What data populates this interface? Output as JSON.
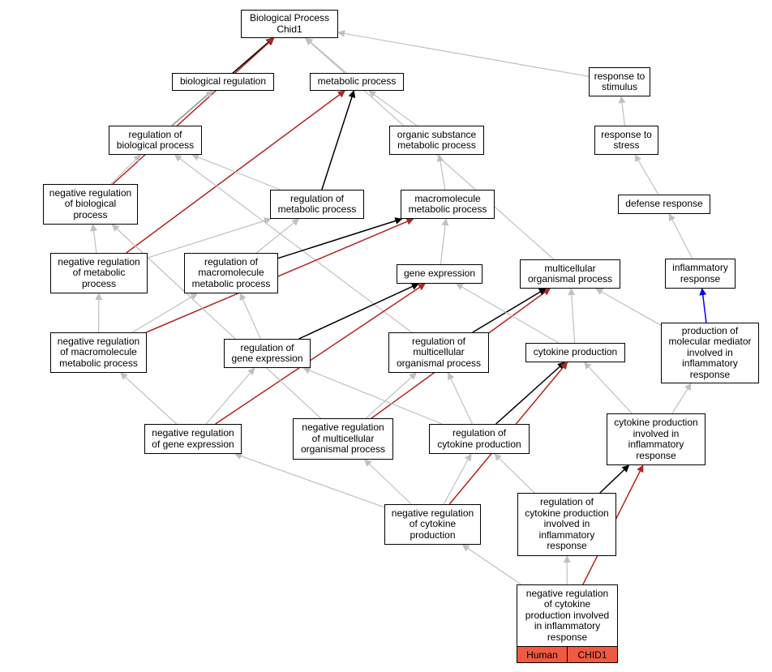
{
  "colors": {
    "gray": "#c0c0c0",
    "black": "#000000",
    "red": "#b22222",
    "blue": "#0000ff",
    "highlight": "#f05a41"
  },
  "nodes": {
    "bp": "Biological Process\nChid1",
    "biological_regulation": "biological regulation",
    "metabolic_process": "metabolic process",
    "response_to_stimulus": "response to\nstimulus",
    "regulation_of_biological_process": "regulation of\nbiological process",
    "organic_substance_metabolic_process": "organic substance\nmetabolic process",
    "response_to_stress": "response to\nstress",
    "negative_regulation_of_biological_process": "negative regulation\nof biological\nprocess",
    "regulation_of_metabolic_process": "regulation of\nmetabolic process",
    "macromolecule_metabolic_process": "macromolecule\nmetabolic process",
    "defense_response": "defense response",
    "negative_regulation_of_metabolic_process": "negative regulation\nof metabolic\nprocess",
    "regulation_of_macromolecule_metabolic_process": "regulation of\nmacromolecule\nmetabolic process",
    "gene_expression": "gene expression",
    "multicellular_organismal_process": "multicellular\norganismal process",
    "inflammatory_response": "inflammatory\nresponse",
    "negative_regulation_of_macromolecule_metabolic_process": "negative regulation\nof macromolecule\nmetabolic process",
    "regulation_of_gene_expression": "regulation of\ngene expression",
    "regulation_of_multicellular_organismal_process": "regulation of\nmulticellular\norganismal process",
    "cytokine_production": "cytokine production",
    "production_of_molecular_mediator": "production of\nmolecular mediator\ninvolved in\ninflammatory\nresponse",
    "negative_regulation_of_gene_expression": "negative regulation\nof gene expression",
    "negative_regulation_of_multicellular_organismal_process": "negative regulation\nof multicellular\norganismal process",
    "regulation_of_cytokine_production": "regulation of\ncytokine production",
    "cytokine_production_involved_in_inflammatory_response": "cytokine production\ninvolved in\ninflammatory\nresponse",
    "negative_regulation_of_cytokine_production": "negative regulation\nof cytokine\nproduction",
    "regulation_of_cytokine_production_involved_in_inflammatory_response": "regulation of\ncytokine production\ninvolved in\ninflammatory\nresponse",
    "negative_regulation_of_cytokine_production_involved_in_inflammatory_response": "negative regulation\nof cytokine\nproduction involved\nin inflammatory\nresponse"
  },
  "legend": {
    "species": "Human",
    "gene": "CHID1"
  },
  "edges": [
    {
      "from": "biological_regulation",
      "to": "bp",
      "color": "gray"
    },
    {
      "from": "metabolic_process",
      "to": "bp",
      "color": "gray"
    },
    {
      "from": "response_to_stimulus",
      "to": "bp",
      "color": "gray"
    },
    {
      "from": "multicellular_organismal_process",
      "to": "bp",
      "color": "gray"
    },
    {
      "from": "regulation_of_biological_process",
      "to": "bp",
      "color": "black"
    },
    {
      "from": "negative_regulation_of_biological_process",
      "to": "bp",
      "color": "red"
    },
    {
      "from": "regulation_of_biological_process",
      "to": "biological_regulation",
      "color": "gray"
    },
    {
      "from": "organic_substance_metabolic_process",
      "to": "metabolic_process",
      "color": "gray"
    },
    {
      "from": "regulation_of_metabolic_process",
      "to": "metabolic_process",
      "color": "black"
    },
    {
      "from": "negative_regulation_of_metabolic_process",
      "to": "metabolic_process",
      "color": "red"
    },
    {
      "from": "response_to_stress",
      "to": "response_to_stimulus",
      "color": "gray"
    },
    {
      "from": "defense_response",
      "to": "response_to_stress",
      "color": "gray"
    },
    {
      "from": "inflammatory_response",
      "to": "defense_response",
      "color": "gray"
    },
    {
      "from": "negative_regulation_of_biological_process",
      "to": "regulation_of_biological_process",
      "color": "gray"
    },
    {
      "from": "regulation_of_metabolic_process",
      "to": "regulation_of_biological_process",
      "color": "gray"
    },
    {
      "from": "regulation_of_multicellular_organismal_process",
      "to": "regulation_of_biological_process",
      "color": "gray"
    },
    {
      "from": "macromolecule_metabolic_process",
      "to": "organic_substance_metabolic_process",
      "color": "gray"
    },
    {
      "from": "gene_expression",
      "to": "macromolecule_metabolic_process",
      "color": "gray"
    },
    {
      "from": "regulation_of_macromolecule_metabolic_process",
      "to": "macromolecule_metabolic_process",
      "color": "black"
    },
    {
      "from": "negative_regulation_of_macromolecule_metabolic_process",
      "to": "macromolecule_metabolic_process",
      "color": "red"
    },
    {
      "from": "negative_regulation_of_metabolic_process",
      "to": "negative_regulation_of_biological_process",
      "color": "gray"
    },
    {
      "from": "negative_regulation_of_metabolic_process",
      "to": "regulation_of_metabolic_process",
      "color": "gray"
    },
    {
      "from": "regulation_of_macromolecule_metabolic_process",
      "to": "regulation_of_metabolic_process",
      "color": "gray"
    },
    {
      "from": "negative_regulation_of_macromolecule_metabolic_process",
      "to": "negative_regulation_of_metabolic_process",
      "color": "gray"
    },
    {
      "from": "negative_regulation_of_macromolecule_metabolic_process",
      "to": "regulation_of_macromolecule_metabolic_process",
      "color": "gray"
    },
    {
      "from": "regulation_of_gene_expression",
      "to": "regulation_of_macromolecule_metabolic_process",
      "color": "gray"
    },
    {
      "from": "regulation_of_gene_expression",
      "to": "gene_expression",
      "color": "black"
    },
    {
      "from": "negative_regulation_of_gene_expression",
      "to": "gene_expression",
      "color": "red"
    },
    {
      "from": "negative_regulation_of_gene_expression",
      "to": "negative_regulation_of_macromolecule_metabolic_process",
      "color": "gray"
    },
    {
      "from": "negative_regulation_of_gene_expression",
      "to": "regulation_of_gene_expression",
      "color": "gray"
    },
    {
      "from": "negative_regulation_of_multicellular_organismal_process",
      "to": "negative_regulation_of_biological_process",
      "color": "gray"
    },
    {
      "from": "negative_regulation_of_multicellular_organismal_process",
      "to": "regulation_of_multicellular_organismal_process",
      "color": "gray"
    },
    {
      "from": "negative_regulation_of_multicellular_organismal_process",
      "to": "multicellular_organismal_process",
      "color": "red"
    },
    {
      "from": "regulation_of_multicellular_organismal_process",
      "to": "multicellular_organismal_process",
      "color": "black"
    },
    {
      "from": "cytokine_production",
      "to": "multicellular_organismal_process",
      "color": "gray"
    },
    {
      "from": "cytokine_production",
      "to": "gene_expression",
      "color": "gray"
    },
    {
      "from": "production_of_molecular_mediator",
      "to": "multicellular_organismal_process",
      "color": "gray"
    },
    {
      "from": "production_of_molecular_mediator",
      "to": "inflammatory_response",
      "color": "blue"
    },
    {
      "from": "regulation_of_cytokine_production",
      "to": "regulation_of_multicellular_organismal_process",
      "color": "gray"
    },
    {
      "from": "regulation_of_cytokine_production",
      "to": "regulation_of_gene_expression",
      "color": "gray"
    },
    {
      "from": "regulation_of_cytokine_production",
      "to": "cytokine_production",
      "color": "black"
    },
    {
      "from": "cytokine_production_involved_in_inflammatory_response",
      "to": "cytokine_production",
      "color": "gray"
    },
    {
      "from": "cytokine_production_involved_in_inflammatory_response",
      "to": "production_of_molecular_mediator",
      "color": "gray"
    },
    {
      "from": "negative_regulation_of_cytokine_production",
      "to": "negative_regulation_of_gene_expression",
      "color": "gray"
    },
    {
      "from": "negative_regulation_of_cytokine_production",
      "to": "negative_regulation_of_multicellular_organismal_process",
      "color": "gray"
    },
    {
      "from": "negative_regulation_of_cytokine_production",
      "to": "regulation_of_cytokine_production",
      "color": "gray"
    },
    {
      "from": "negative_regulation_of_cytokine_production",
      "to": "cytokine_production",
      "color": "red"
    },
    {
      "from": "regulation_of_cytokine_production_involved_in_inflammatory_response",
      "to": "regulation_of_cytokine_production",
      "color": "gray"
    },
    {
      "from": "regulation_of_cytokine_production_involved_in_inflammatory_response",
      "to": "cytokine_production_involved_in_inflammatory_response",
      "color": "black"
    },
    {
      "from": "negative_regulation_of_cytokine_production_involved_in_inflammatory_response",
      "to": "regulation_of_cytokine_production_involved_in_inflammatory_response",
      "color": "gray"
    },
    {
      "from": "negative_regulation_of_cytokine_production_involved_in_inflammatory_response",
      "to": "negative_regulation_of_cytokine_production",
      "color": "gray"
    },
    {
      "from": "negative_regulation_of_cytokine_production_involved_in_inflammatory_response",
      "to": "cytokine_production_involved_in_inflammatory_response",
      "color": "red"
    }
  ]
}
